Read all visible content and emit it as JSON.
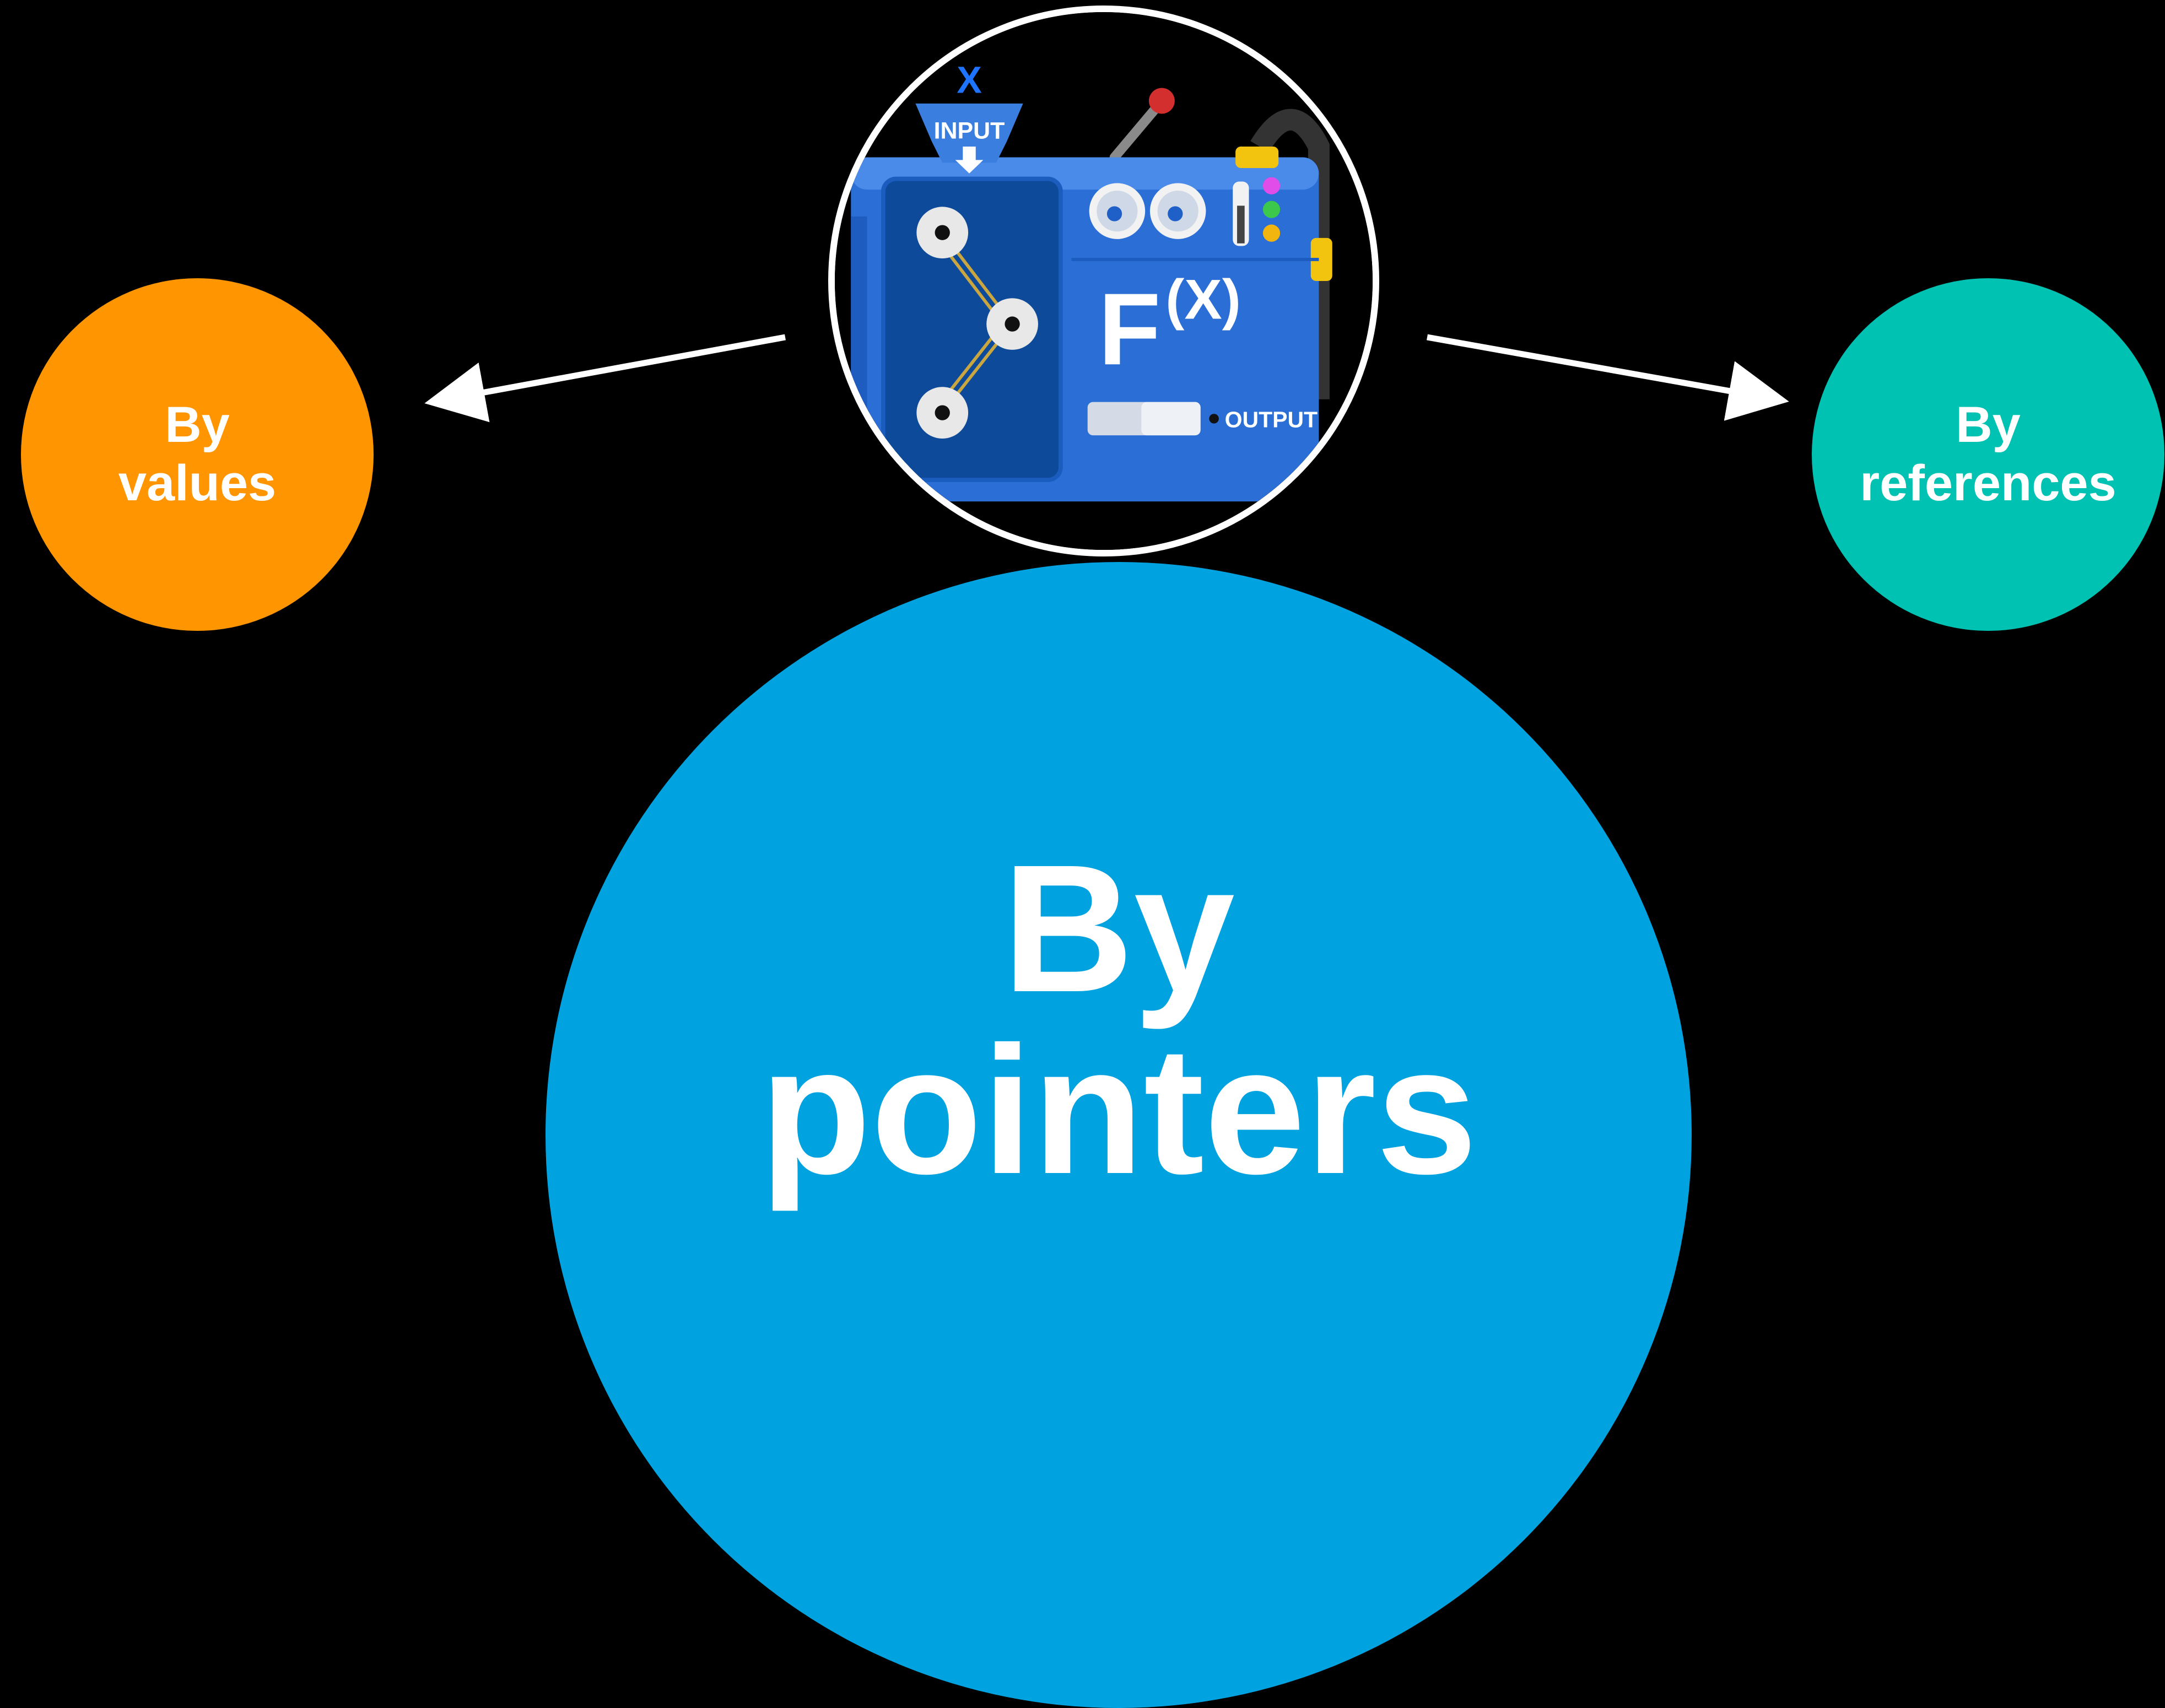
{
  "colors": {
    "background": "#000000",
    "values_circle": "#FF9500",
    "references_circle": "#00C2B2",
    "pointers_circle": "#00A3E0",
    "arrow": "#FFFFFF",
    "machine_body": "#2B6FD6",
    "machine_panel": "#0E4A9A"
  },
  "nodes": {
    "values": {
      "line1": "By",
      "line2": "values"
    },
    "references": {
      "line1": "By",
      "line2": "references"
    },
    "pointers": {
      "line1": "By",
      "line2": "pointers"
    }
  },
  "machine": {
    "input_var": "X",
    "input_label": "INPUT",
    "function_label": "F",
    "function_arg": "(X)",
    "output_label": "OUTPUT",
    "icon": "function-machine-icon"
  }
}
